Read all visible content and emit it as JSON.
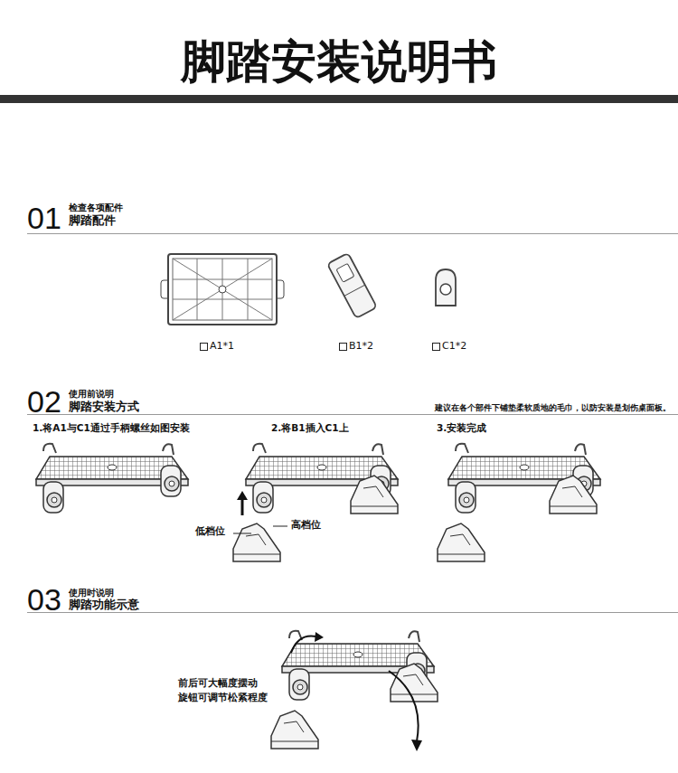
{
  "diagram": {
    "title": "脚踏安装说明书",
    "labels": [
      "01",
      "检查各项配件",
      "脚踏配件",
      "A1*1",
      "B1*2",
      "C1*2",
      "02",
      "使用前说明",
      "脚踏安装方式",
      "建议在各个部件下铺垫柔软质地的毛巾，以防安装是划伤桌面板。",
      "1.将A1与C1通过手柄螺丝如图安装",
      "2.将B1插入C1上",
      "3.安装完成",
      "低档位",
      "高档位",
      "03",
      "使用时说明",
      "脚踏功能示意",
      "前后可大幅度摆动",
      "旋钮可调节松紧程度"
    ]
  }
}
